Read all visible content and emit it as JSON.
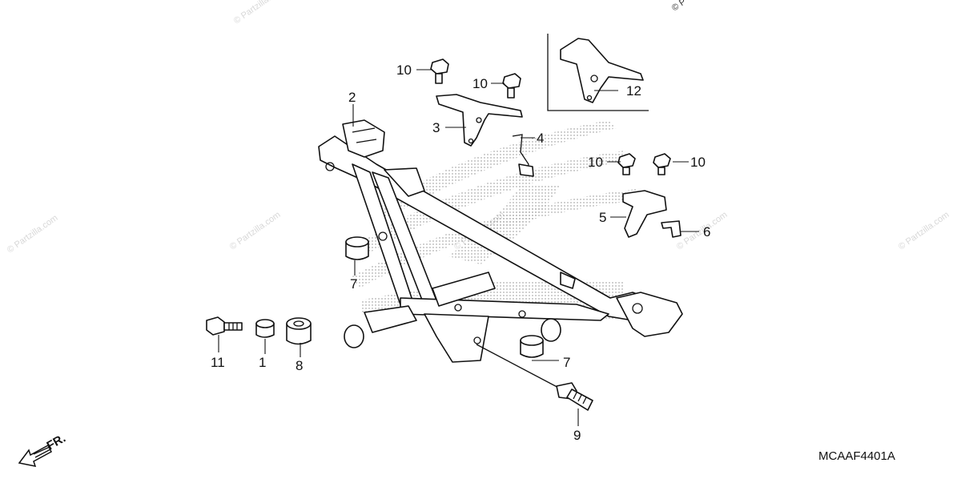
{
  "diagram": {
    "code": "MCAAF4401A",
    "direction_label": "FR.",
    "watermarks": [
      "© Partzilla.com",
      "© Partzilla.com",
      "© Partzilla.com",
      "© Partzilla.com",
      "© Partzilla.com",
      "© Partzilla.com",
      "© P"
    ],
    "callouts": [
      "1",
      "2",
      "3",
      "4",
      "5",
      "6",
      "7",
      "7",
      "8",
      "9",
      "10",
      "10",
      "10",
      "10",
      "11",
      "12"
    ]
  }
}
